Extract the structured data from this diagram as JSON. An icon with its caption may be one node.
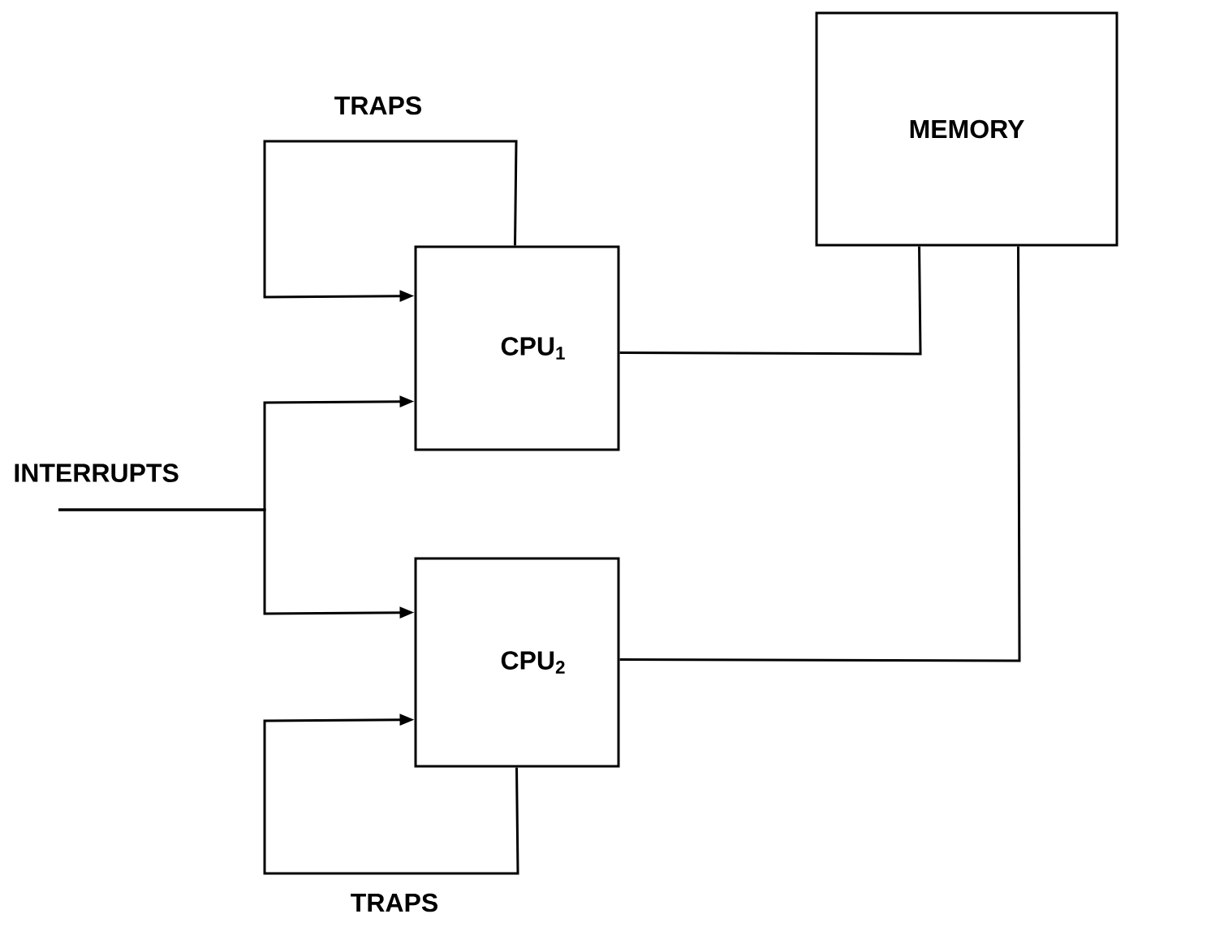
{
  "diagram": {
    "nodes": [
      {
        "text": [
          "MEMORY"
        ]
      },
      {
        "text": [
          "CPU$_{1}$"
        ]
      },
      {
        "text": [
          "CPU$_{2}$"
        ]
      },
      {
        "text": [
          "INTERRUPTS"
        ]
      }
    ],
    "edges": [
      {
        "from": 1,
        "to": 1,
        "arrow": "to",
        "label": "TRAPS"
      },
      {
        "from": 3,
        "to": 1,
        "arrow": "to"
      },
      {
        "from": 3,
        "to": 2,
        "arrow": "to"
      },
      {
        "from": 2,
        "to": 2,
        "arrow": "to",
        "label": "TRAPS"
      },
      {
        "from": 1,
        "to": 0,
        "arrow": "none"
      },
      {
        "from": 2,
        "to": 0,
        "arrow": "none"
      }
    ]
  }
}
